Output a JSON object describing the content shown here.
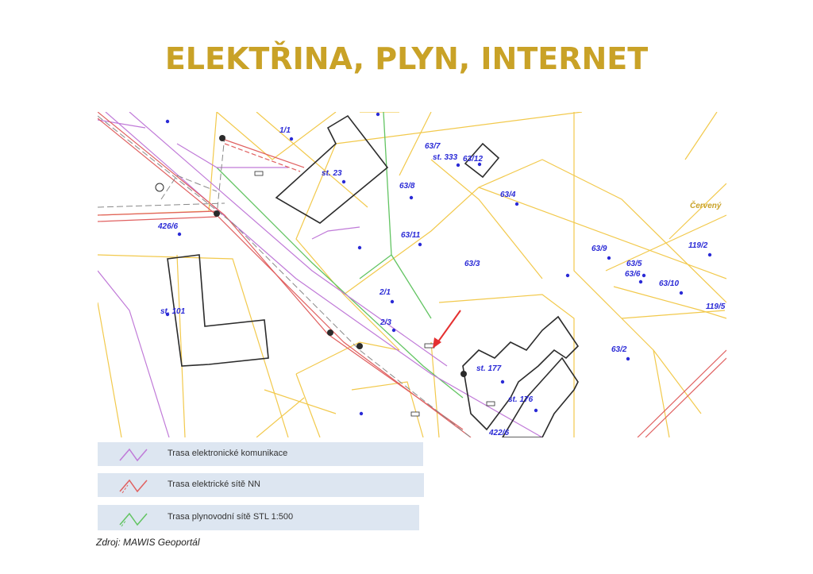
{
  "title": "ELEKTŘINA, PLYN, INTERNET",
  "colors": {
    "title": "#c9a227",
    "parcel_line": "#f2c94c",
    "building": "#2b2b2b",
    "electronic_route": "#c07ad8",
    "electric_route": "#e06060",
    "gas_route": "#62c462",
    "label_text": "#2a2ad6",
    "arrow": "#e53030",
    "legend_bg": "#dde6f1"
  },
  "map": {
    "labels": [
      {
        "text": "1/1"
      },
      {
        "text": "st. 23"
      },
      {
        "text": "63/7"
      },
      {
        "text": "st. 333"
      },
      {
        "text": "63/12"
      },
      {
        "text": "63/8"
      },
      {
        "text": "63/4"
      },
      {
        "text": "Červený"
      },
      {
        "text": "426/6"
      },
      {
        "text": "63/11"
      },
      {
        "text": "63/3"
      },
      {
        "text": "63/9"
      },
      {
        "text": "63/5"
      },
      {
        "text": "63/6"
      },
      {
        "text": "63/10"
      },
      {
        "text": "119/2"
      },
      {
        "text": "119/5"
      },
      {
        "text": "st. 101"
      },
      {
        "text": "2/1"
      },
      {
        "text": "2/3"
      },
      {
        "text": "st. 177"
      },
      {
        "text": "63/2"
      },
      {
        "text": "st. 176"
      },
      {
        "text": "422/6"
      }
    ]
  },
  "legend": [
    {
      "label": "Trasa elektronické komunikace",
      "icon": "electronic-route-line"
    },
    {
      "label": "Trasa elektrické sítě NN",
      "icon": "electric-route-line"
    },
    {
      "label": "Trasa plynovodní sítě STL 1:500",
      "icon": "gas-route-line"
    }
  ],
  "source": "Zdroj: MAWIS Geoportál"
}
